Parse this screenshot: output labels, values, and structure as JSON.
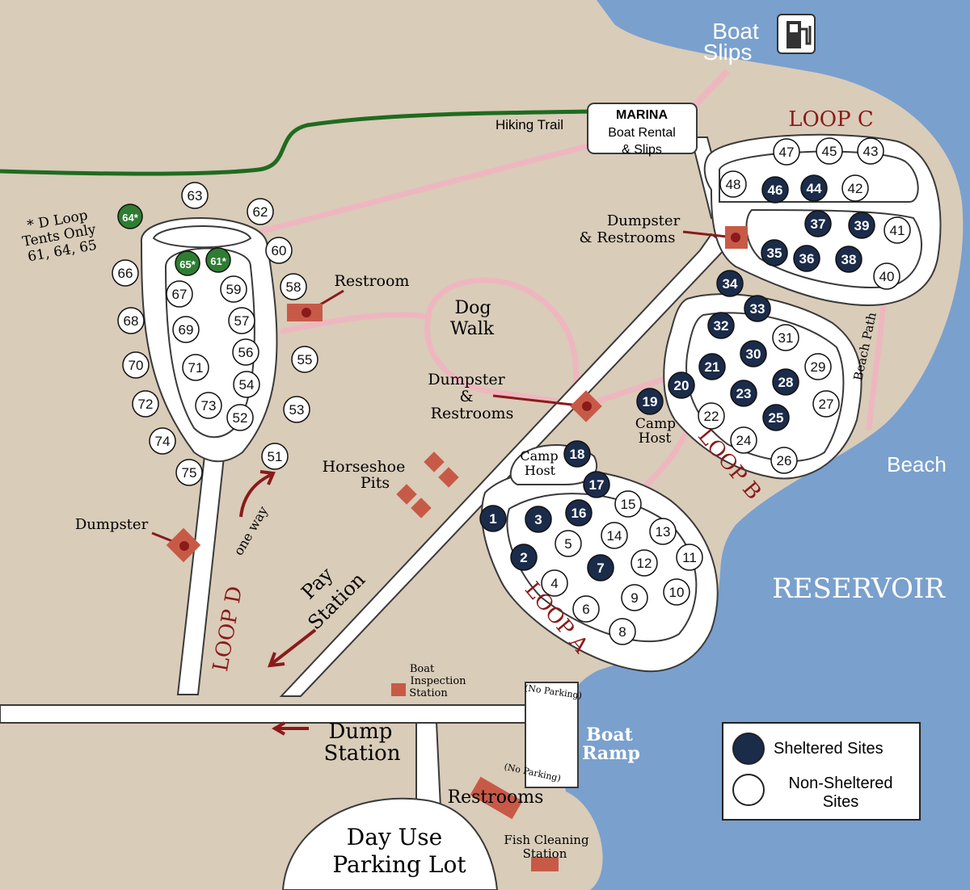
{
  "map": {
    "colors": {
      "land": "#d9ccb9",
      "water": "#7aa0cd",
      "road": "#ffffff",
      "road_edge": "#3a3a3a",
      "path": "#eeb7bf",
      "trail": "#1f6b1f",
      "label_red": "#8b1a1a",
      "sheltered": "#1b2b4a",
      "tent_only": "#2e7d32",
      "facility": "#c75a47",
      "legend_bg": "#ffffff"
    },
    "labels": {
      "boat_slips": [
        "Boat",
        "Slips"
      ],
      "marina": [
        "MARINA",
        "Boat Rental",
        "& Slips"
      ],
      "hiking_trail": "Hiking Trail",
      "loop_c": "LOOP C",
      "loop_b": "LOOP B",
      "loop_a": "LOOP A",
      "loop_d": "LOOP D",
      "d_loop_note": [
        "* D Loop",
        "Tents Only",
        "61, 64, 65"
      ],
      "dumpster_restrooms_c": [
        "Dumpster",
        "& Restrooms"
      ],
      "dumpster_restrooms_b": [
        "Dumpster",
        "&",
        "Restrooms"
      ],
      "restroom": "Restroom",
      "dog_walk": [
        "Dog",
        "Walk"
      ],
      "camp_host_b": [
        "Camp",
        "Host"
      ],
      "camp_host_a": [
        "Camp",
        "Host"
      ],
      "beach_path": "Beach Path",
      "beach": "Beach",
      "reservoir": "RESERVOIR",
      "horseshoe_pits": [
        "Horseshoe",
        "Pits"
      ],
      "dumpster": "Dumpster",
      "one_way": "one way",
      "pay_station": [
        "Pay",
        "Station"
      ],
      "boat_inspection": [
        "Boat",
        "Inspection",
        "Station"
      ],
      "no_parking_1": "(No Parking)",
      "no_parking_2": "(No Parking)",
      "boat_ramp": [
        "Boat",
        "Ramp"
      ],
      "dump_station": [
        "Dump",
        "Station"
      ],
      "restrooms": "Restrooms",
      "fish_cleaning": [
        "Fish Cleaning",
        "Station"
      ],
      "day_use": [
        "Day Use",
        "Parking Lot"
      ]
    },
    "legend": {
      "sheltered": "Sheltered Sites",
      "non_sheltered": [
        "Non-Sheltered",
        "Sites"
      ]
    },
    "sites": [
      {
        "label": "1",
        "type": "sheltered"
      },
      {
        "label": "2",
        "type": "sheltered"
      },
      {
        "label": "3",
        "type": "sheltered"
      },
      {
        "label": "4",
        "type": "open"
      },
      {
        "label": "5",
        "type": "open"
      },
      {
        "label": "6",
        "type": "open"
      },
      {
        "label": "7",
        "type": "sheltered"
      },
      {
        "label": "8",
        "type": "open"
      },
      {
        "label": "9",
        "type": "open"
      },
      {
        "label": "10",
        "type": "open"
      },
      {
        "label": "11",
        "type": "open"
      },
      {
        "label": "12",
        "type": "open"
      },
      {
        "label": "13",
        "type": "open"
      },
      {
        "label": "14",
        "type": "open"
      },
      {
        "label": "15",
        "type": "open"
      },
      {
        "label": "16",
        "type": "sheltered"
      },
      {
        "label": "17",
        "type": "sheltered"
      },
      {
        "label": "18",
        "type": "sheltered"
      },
      {
        "label": "19",
        "type": "sheltered"
      },
      {
        "label": "20",
        "type": "sheltered"
      },
      {
        "label": "21",
        "type": "sheltered"
      },
      {
        "label": "22",
        "type": "open"
      },
      {
        "label": "23",
        "type": "sheltered"
      },
      {
        "label": "24",
        "type": "open"
      },
      {
        "label": "25",
        "type": "sheltered"
      },
      {
        "label": "26",
        "type": "open"
      },
      {
        "label": "27",
        "type": "open"
      },
      {
        "label": "28",
        "type": "sheltered"
      },
      {
        "label": "29",
        "type": "open"
      },
      {
        "label": "30",
        "type": "sheltered"
      },
      {
        "label": "31",
        "type": "open"
      },
      {
        "label": "32",
        "type": "sheltered"
      },
      {
        "label": "33",
        "type": "sheltered"
      },
      {
        "label": "34",
        "type": "sheltered"
      },
      {
        "label": "35",
        "type": "sheltered"
      },
      {
        "label": "36",
        "type": "sheltered"
      },
      {
        "label": "37",
        "type": "sheltered"
      },
      {
        "label": "38",
        "type": "sheltered"
      },
      {
        "label": "39",
        "type": "sheltered"
      },
      {
        "label": "40",
        "type": "open"
      },
      {
        "label": "41",
        "type": "open"
      },
      {
        "label": "42",
        "type": "open"
      },
      {
        "label": "43",
        "type": "open"
      },
      {
        "label": "44",
        "type": "sheltered"
      },
      {
        "label": "45",
        "type": "open"
      },
      {
        "label": "46",
        "type": "sheltered"
      },
      {
        "label": "47",
        "type": "open"
      },
      {
        "label": "48",
        "type": "open"
      },
      {
        "label": "51",
        "type": "open"
      },
      {
        "label": "52",
        "type": "open"
      },
      {
        "label": "53",
        "type": "open"
      },
      {
        "label": "54",
        "type": "open"
      },
      {
        "label": "55",
        "type": "open"
      },
      {
        "label": "56",
        "type": "open"
      },
      {
        "label": "57",
        "type": "open"
      },
      {
        "label": "58",
        "type": "open"
      },
      {
        "label": "59",
        "type": "open"
      },
      {
        "label": "60",
        "type": "open"
      },
      {
        "label": "61*",
        "type": "tent"
      },
      {
        "label": "62",
        "type": "open"
      },
      {
        "label": "63",
        "type": "open"
      },
      {
        "label": "64*",
        "type": "tent"
      },
      {
        "label": "65*",
        "type": "tent"
      },
      {
        "label": "66",
        "type": "open"
      },
      {
        "label": "67",
        "type": "open"
      },
      {
        "label": "68",
        "type": "open"
      },
      {
        "label": "69",
        "type": "open"
      },
      {
        "label": "70",
        "type": "open"
      },
      {
        "label": "71",
        "type": "open"
      },
      {
        "label": "72",
        "type": "open"
      },
      {
        "label": "73",
        "type": "open"
      },
      {
        "label": "74",
        "type": "open"
      },
      {
        "label": "75",
        "type": "open"
      }
    ]
  }
}
